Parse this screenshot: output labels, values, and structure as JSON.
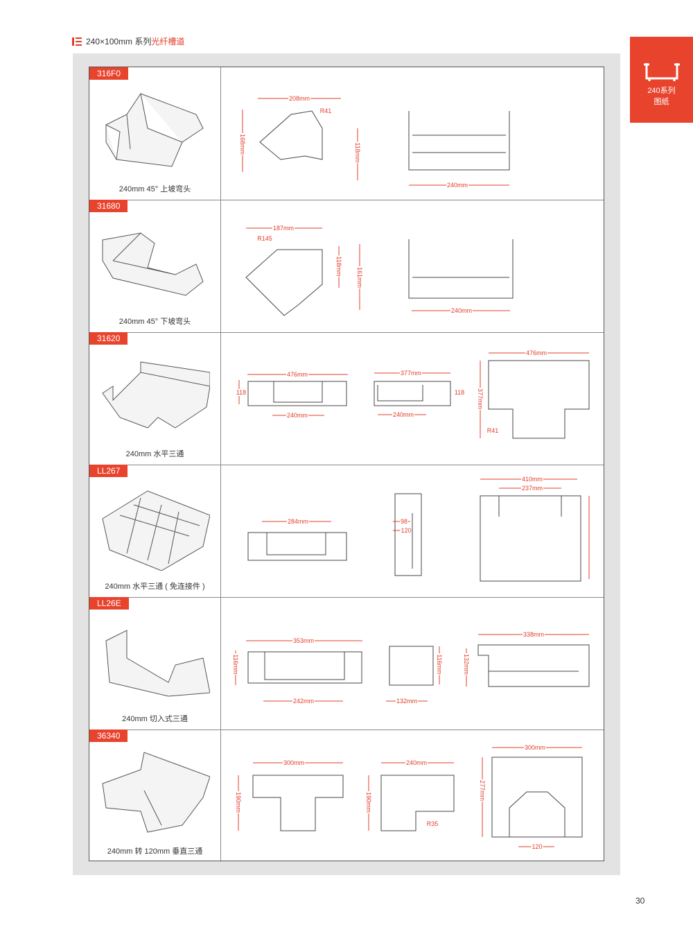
{
  "header": {
    "title_black": "240×100mm 系列",
    "title_red": "光纤槽道",
    "icon": "list-icon"
  },
  "side_tab": {
    "line1": "240系列",
    "line2": "图纸",
    "icon": "channel-profile-icon"
  },
  "page_number": "30",
  "accent_color": "#e8432d",
  "rows": [
    {
      "code": "316F0",
      "caption": "240mm  45°  上坡弯头",
      "dims": [
        "208mm",
        "R41",
        "168mm",
        "118mm",
        "240mm"
      ]
    },
    {
      "code": "31680",
      "caption": "240mm 45°  下坡弯头",
      "dims": [
        "187mm",
        "R145",
        "118mm",
        "161mm",
        "240mm"
      ]
    },
    {
      "code": "31620",
      "caption": "240mm 水平三通",
      "dims": [
        "476mm",
        "118",
        "240mm",
        "377mm",
        "118",
        "240mm",
        "476mm",
        "377mm",
        "R41"
      ]
    },
    {
      "code": "LL267",
      "caption": "240mm 水平三通 ( 免连接件 )",
      "dims": [
        "284mm",
        "98",
        "120",
        "410mm",
        "237mm"
      ]
    },
    {
      "code": "LL26E",
      "caption": "240mm 切入式三通",
      "dims": [
        "353mm",
        "116mm",
        "242mm",
        "116mm",
        "132mm",
        "338mm",
        "132mm"
      ]
    },
    {
      "code": "36340",
      "caption": "240mm 转 120mm 垂直三通",
      "dims": [
        "300mm",
        "190mm",
        "240mm",
        "190mm",
        "R35",
        "300mm",
        "277mm",
        "120"
      ]
    }
  ]
}
